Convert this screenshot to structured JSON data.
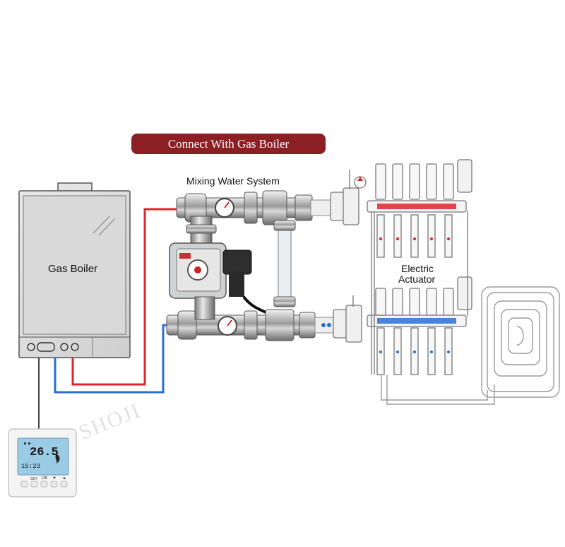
{
  "banner": {
    "title": "Connect With Gas Boiler"
  },
  "labels": {
    "mixing_system": "Mixing Water System",
    "gas_boiler": "Gas Boiler",
    "electric_actuator_line1": "Electric",
    "electric_actuator_line2": "Actuator"
  },
  "thermostat": {
    "temperature": "26.5",
    "time": "15:23",
    "buttons": [
      "SET",
      "OK",
      "▼",
      "▲"
    ]
  },
  "watermark": "SHOJI",
  "colors": {
    "banner_bg": "#8b1f24",
    "supply_pipe": "#e0242a",
    "return_pipe": "#2a6fd6",
    "lcd": "#9ccbe6"
  }
}
